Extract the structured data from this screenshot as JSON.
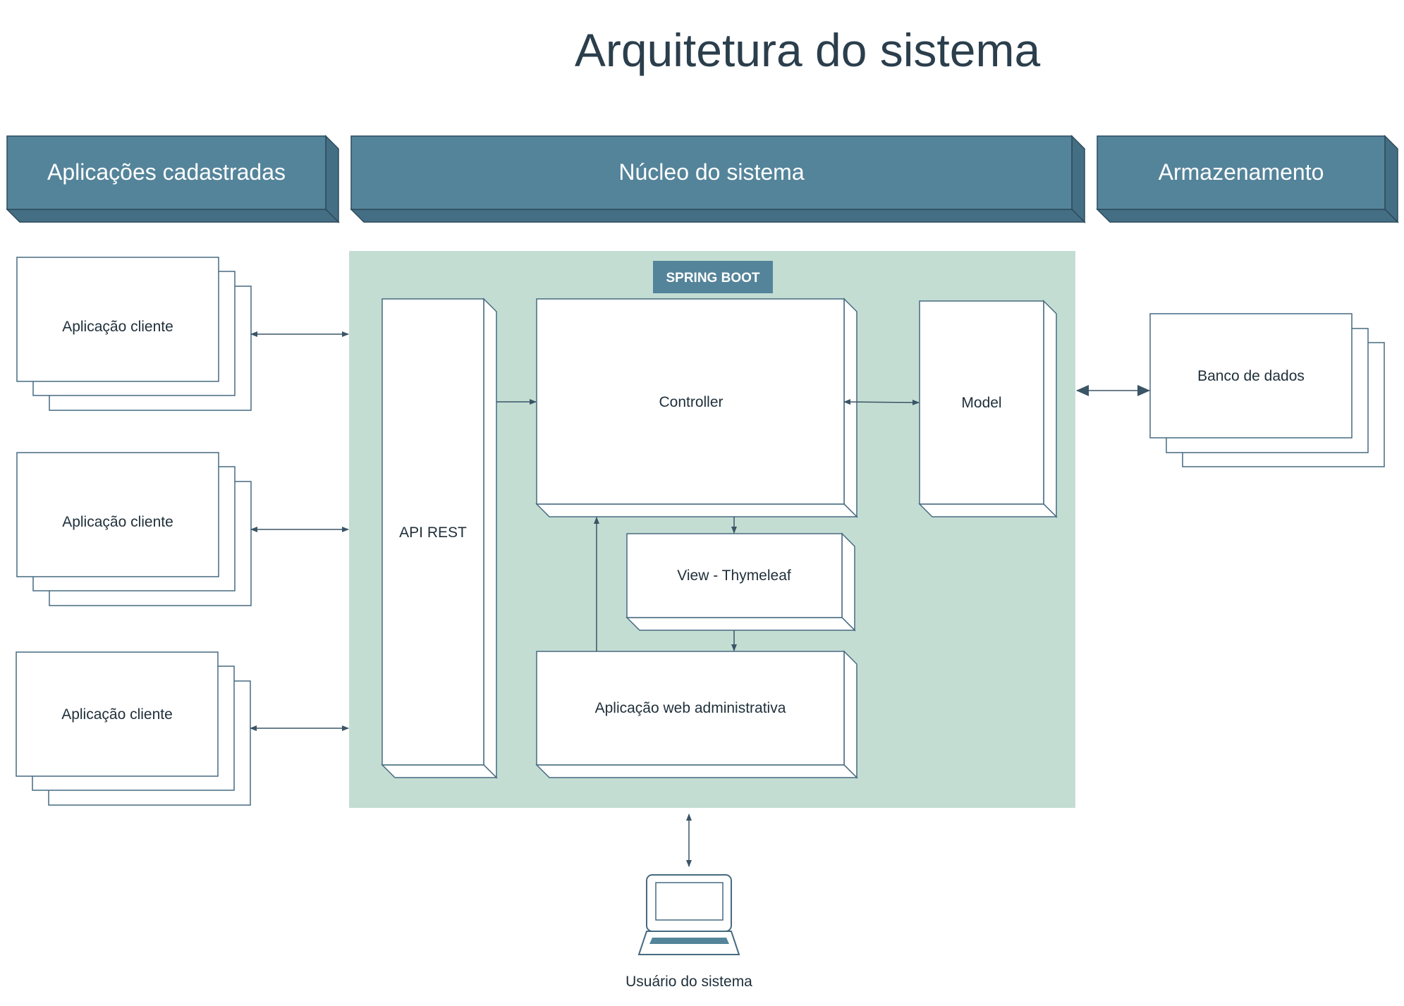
{
  "title": "Arquitetura do sistema",
  "headers": {
    "apps": "Aplicações cadastradas",
    "core": "Núcleo do sistema",
    "storage": "Armazenamento"
  },
  "client_app_label": "Aplicação cliente",
  "spring_tag": "SPRING BOOT",
  "components": {
    "api": "API REST",
    "controller": "Controller",
    "model": "Model",
    "view": "View - Thymeleaf",
    "admin": "Aplicação web administrativa"
  },
  "database": "Banco de dados",
  "user": "Usuário do sistema",
  "colors": {
    "header": "#54849a",
    "core_background": "#c4ddd3",
    "tag": "#54849a",
    "line": "#466a80"
  }
}
